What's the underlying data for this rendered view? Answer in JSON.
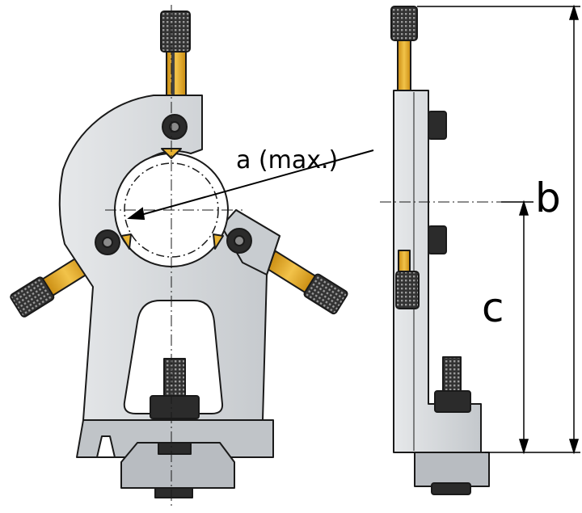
{
  "diagram": {
    "labels": {
      "a": "a (max.)",
      "b": "b",
      "c": "c"
    },
    "colors": {
      "body": "#d3d6da",
      "body_shade": "#b4b8bd",
      "outline": "#1a1a1a",
      "brass": "#d9a520",
      "knurl": "#3a3a3a",
      "bolt": "#2b2b2b"
    },
    "views": [
      "front-view",
      "side-view"
    ]
  }
}
